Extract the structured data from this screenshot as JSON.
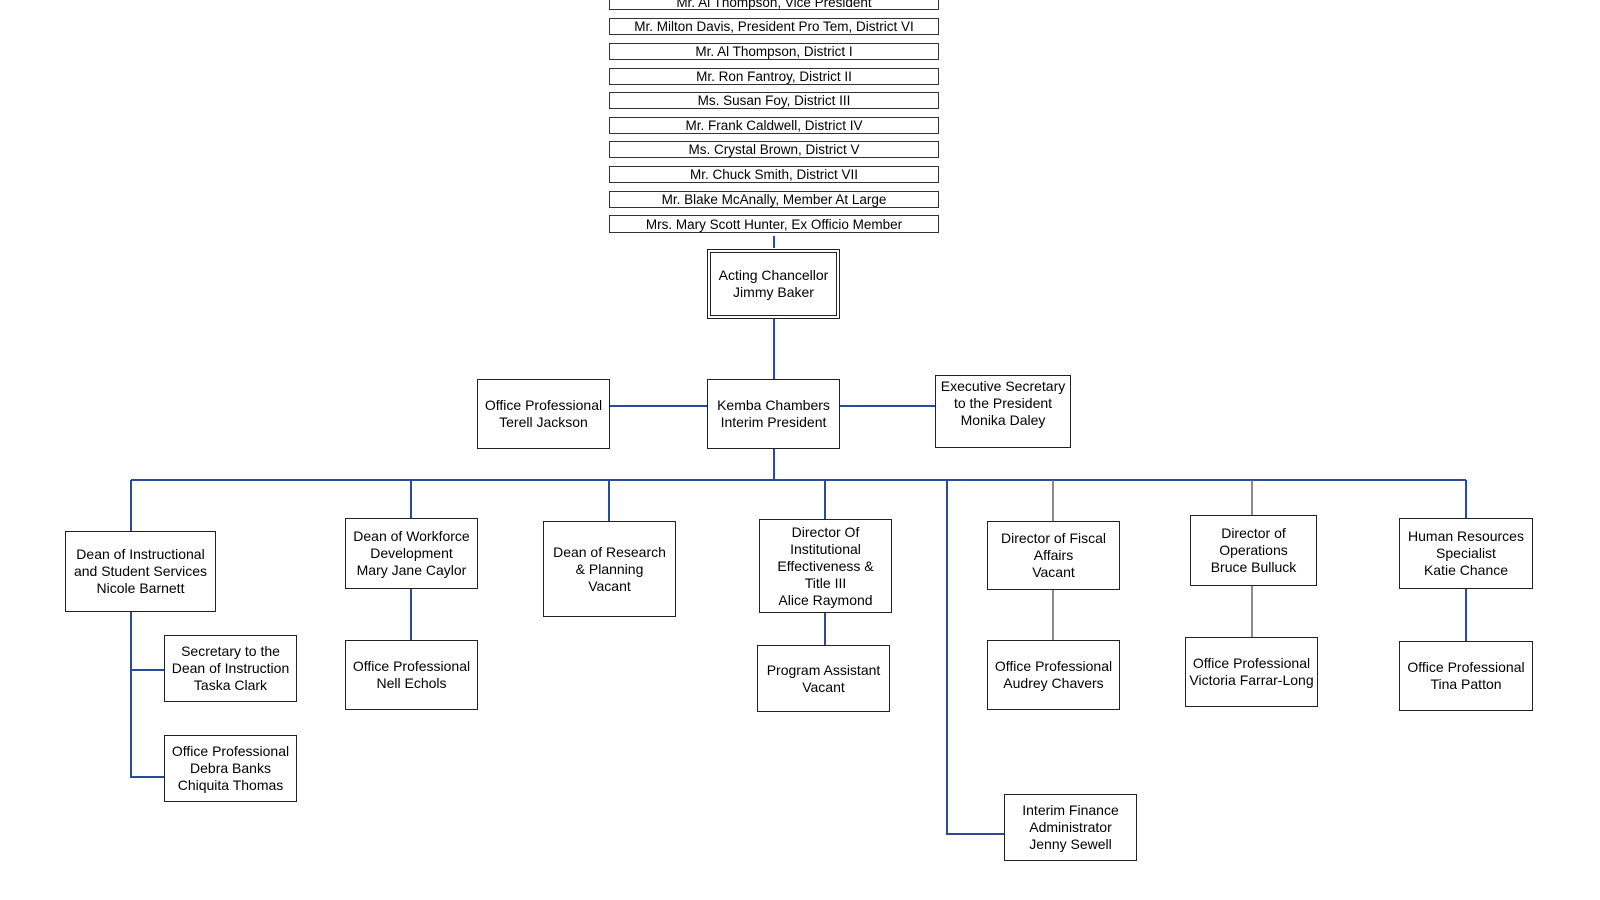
{
  "board_members": [
    "Mr. Al Thompson, Vice President",
    "Mr. Milton Davis, President Pro Tem, District VI",
    "Mr. Al Thompson, District I",
    "Mr. Ron Fantroy, District II",
    "Ms. Susan Foy, District III",
    "Mr. Frank Caldwell, District IV",
    "Ms. Crystal Brown, District V",
    "Mr. Chuck Smith, District VII",
    "Mr. Blake McAnally, Member At Large",
    "Mrs. Mary Scott Hunter, Ex Officio Member"
  ],
  "chancellor": {
    "line1": "Acting Chancellor",
    "line2": "Jimmy Baker"
  },
  "president": {
    "line1": "Kemba Chambers",
    "line2": "Interim President"
  },
  "office_professional_left": {
    "line1": "Office Professional",
    "line2": "Terell Jackson"
  },
  "executive_secretary": {
    "line1": "Executive Secretary",
    "line2": "to the President",
    "line3": "Monika Daley"
  },
  "dean_instructional": {
    "line1": "Dean of Instructional",
    "line2": "and Student Services",
    "line3": "Nicole Barnett"
  },
  "secretary_dean": {
    "line1": "Secretary to the",
    "line2": "Dean of Instruction",
    "line3": "Taska Clark"
  },
  "office_prof_banks": {
    "line1": "Office Professional",
    "line2": "Debra Banks",
    "line3": "Chiquita Thomas"
  },
  "dean_workforce": {
    "line1": "Dean of Workforce",
    "line2": "Development",
    "line3": "Mary Jane Caylor"
  },
  "office_prof_echols": {
    "line1": "Office Professional",
    "line2": "Nell Echols"
  },
  "dean_research": {
    "line1": "Dean of Research",
    "line2": "& Planning",
    "line3": "Vacant"
  },
  "director_ie": {
    "line1": "Director Of",
    "line2": "Institutional",
    "line3": "Effectiveness &",
    "line4": "Title III",
    "line5": "Alice Raymond"
  },
  "program_assistant": {
    "line1": "Program Assistant",
    "line2": "Vacant"
  },
  "finance_admin": {
    "line1": "Interim Finance",
    "line2": "Administrator",
    "line3": "Jenny Sewell"
  },
  "director_fiscal": {
    "line1": "Director of Fiscal",
    "line2": "Affairs",
    "line3": "Vacant"
  },
  "office_prof_chavers": {
    "line1": "Office Professional",
    "line2": "Audrey Chavers"
  },
  "director_operations": {
    "line1": "Director of",
    "line2": "Operations",
    "line3": "Bruce Bulluck"
  },
  "office_prof_farrar": {
    "line1": "Office Professional",
    "line2": "Victoria Farrar-Long"
  },
  "hr_specialist": {
    "line1": "Human Resources",
    "line2": "Specialist",
    "line3": "Katie Chance"
  },
  "office_prof_patton": {
    "line1": "Office Professional",
    "line2": "Tina Patton"
  },
  "colors": {
    "connector": "#2a4a9a",
    "connector_gray": "#666666",
    "border": "#222222"
  }
}
